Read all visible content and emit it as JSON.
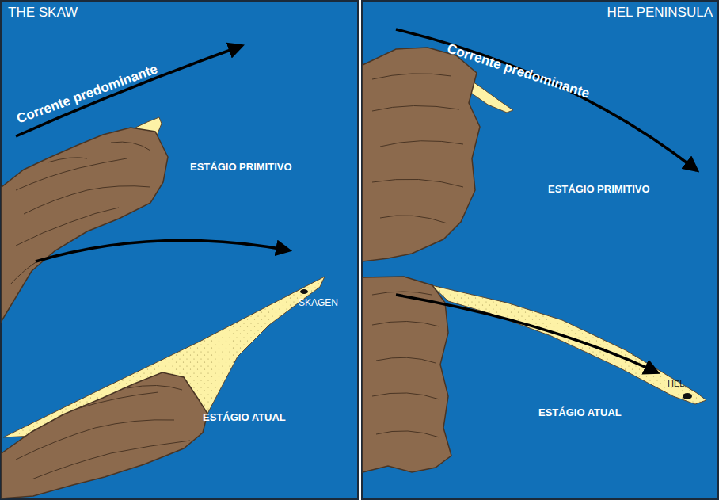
{
  "diagram": {
    "labels": [
      "THE SKAW",
      "HEL PENINSULA",
      "Corrente predominante",
      "ESTÁGIO PRIMITIVO",
      "SKAGEN",
      "ESTÁGIO ATUAL",
      "Corrente predominante",
      "ESTÁGIO PRIMITIVO",
      "HEL",
      "ESTÁGIO ATUAL"
    ]
  }
}
